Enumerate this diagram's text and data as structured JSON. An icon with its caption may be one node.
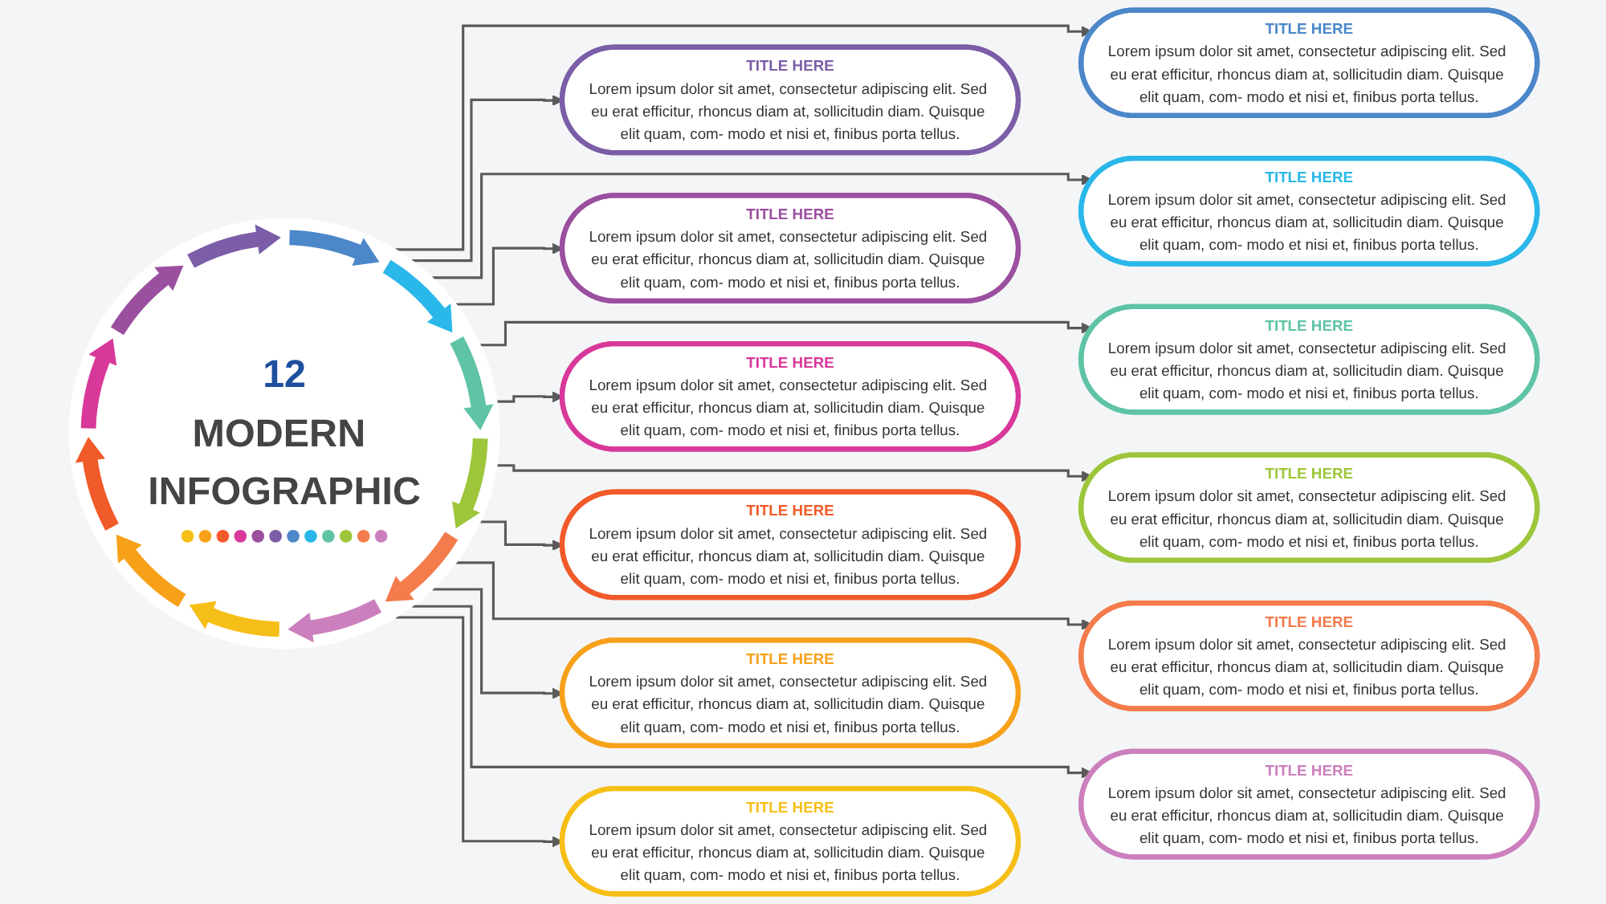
{
  "diagram": {
    "nodes": [
      {
        "text": [
          "12",
          "MODERN INFOGRAPHIC"
        ]
      },
      {
        "text": [
          "TITLE HERE",
          "Lorem ipsum dolor sit amet, consectetur adipiscing elit. Sed eu erat efficitur, rhoncus diam at, sollicitudin diam. Quisque elit quam, com- modo et nisi et, finibus porta tellus."
        ]
      },
      {
        "text": [
          "TITLE HERE",
          "Lorem ipsum dolor sit amet, consectetur adipiscing elit. Sed eu erat efficitur, rhoncus diam at, sollicitudin diam. Quisque elit quam, com- modo et nisi et, finibus porta tellus."
        ]
      },
      {
        "text": [
          "TITLE HERE",
          "Lorem ipsum dolor sit amet, consectetur adipiscing elit. Sed eu erat efficitur, rhoncus diam at, sollicitudin diam. Quisque elit quam, com- modo et nisi et, finibus porta tellus."
        ]
      },
      {
        "text": [
          "TITLE HERE",
          "Lorem ipsum dolor sit amet, consectetur adipiscing elit. Sed eu erat efficitur, rhoncus diam at, sollicitudin diam. Quisque elit quam, com- modo et nisi et, finibus porta tellus."
        ]
      },
      {
        "text": [
          "TITLE HERE",
          "Lorem ipsum dolor sit amet, consectetur adipiscing elit. Sed eu erat efficitur, rhoncus diam at, sollicitudin diam. Quisque elit quam, com- modo et nisi et, finibus porta tellus."
        ]
      },
      {
        "text": [
          "TITLE HERE",
          "Lorem ipsum dolor sit amet, consectetur adipiscing elit. Sed eu erat efficitur, rhoncus diam at, sollicitudin diam. Quisque elit quam, com- modo et nisi et, finibus porta tellus."
        ]
      },
      {
        "text": [
          "TITLE HERE",
          "Lorem ipsum dolor sit amet, consectetur adipiscing elit. Sed eu erat efficitur, rhoncus diam at, sollicitudin diam. Quisque elit quam, com- modo et nisi et, finibus porta tellus."
        ]
      },
      {
        "text": [
          "TITLE HERE",
          "Lorem ipsum dolor sit amet, consectetur adipiscing elit. Sed eu erat efficitur, rhoncus diam at, sollicitudin diam. Quisque elit quam, com- modo et nisi et, finibus porta tellus."
        ]
      },
      {
        "text": [
          "TITLE HERE",
          "Lorem ipsum dolor sit amet, consectetur adipiscing elit. Sed eu erat efficitur, rhoncus diam at, sollicitudin diam. Quisque elit quam, com- modo et nisi et, finibus porta tellus."
        ]
      },
      {
        "text": [
          "TITLE HERE",
          "Lorem ipsum dolor sit amet, consectetur adipiscing elit. Sed eu erat efficitur, rhoncus diam at, sollicitudin diam. Quisque elit quam, com- modo et nisi et, finibus porta tellus."
        ]
      },
      {
        "text": [
          "TITLE HERE",
          "Lorem ipsum dolor sit amet, consectetur adipiscing elit. Sed eu erat efficitur, rhoncus diam at, sollicitudin diam. Quisque elit quam, com- modo et nisi et, finibus porta tellus."
        ]
      },
      {
        "text": [
          "TITLE HERE",
          "Lorem ipsum dolor sit amet, consectetur adipiscing elit. Sed eu erat efficitur, rhoncus diam at, sollicitudin diam. Quisque elit quam, com- modo et nisi et, finibus porta tellus."
        ]
      }
    ],
    "edges": [
      {
        "from": 0,
        "to": 1,
        "arrow": "to"
      },
      {
        "from": 0,
        "to": 2,
        "arrow": "to"
      },
      {
        "from": 0,
        "to": 3,
        "arrow": "to"
      },
      {
        "from": 0,
        "to": 4,
        "arrow": "to"
      },
      {
        "from": 0,
        "to": 5,
        "arrow": "to"
      },
      {
        "from": 0,
        "to": 6,
        "arrow": "to"
      },
      {
        "from": 0,
        "to": 7,
        "arrow": "to"
      },
      {
        "from": 0,
        "to": 8,
        "arrow": "to"
      },
      {
        "from": 0,
        "to": 9,
        "arrow": "to"
      },
      {
        "from": 0,
        "to": 10,
        "arrow": "to"
      },
      {
        "from": 0,
        "to": 11,
        "arrow": "to"
      },
      {
        "from": 0,
        "to": 12,
        "arrow": "to"
      }
    ]
  }
}
